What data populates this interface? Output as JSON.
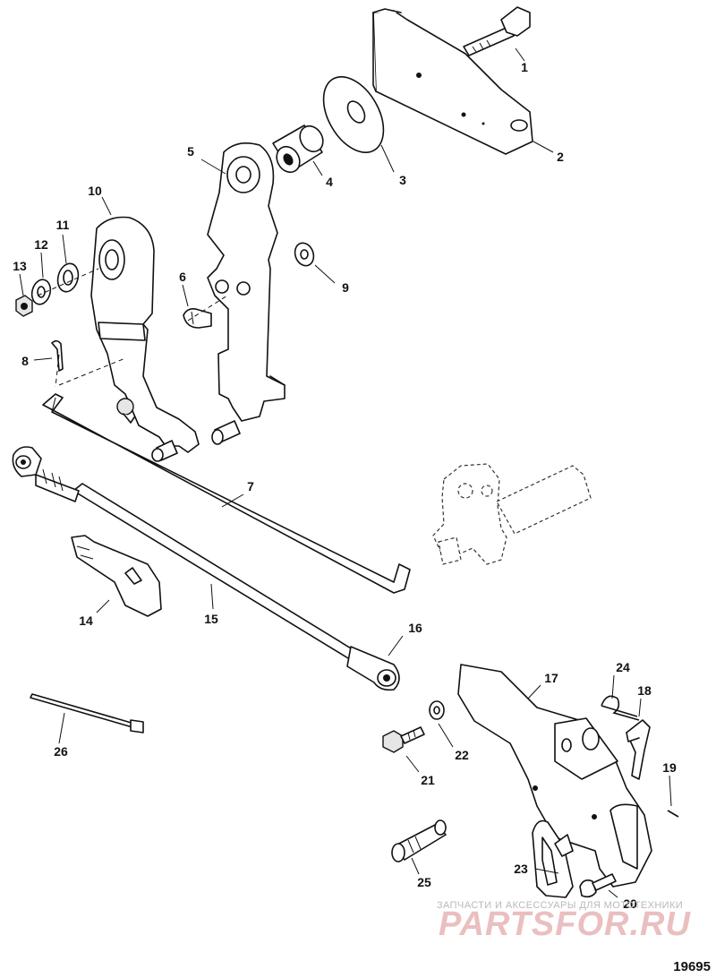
{
  "figure_number": "19695",
  "callouts": [
    "1",
    "2",
    "3",
    "4",
    "5",
    "6",
    "7",
    "8",
    "9",
    "10",
    "11",
    "12",
    "13",
    "14",
    "15",
    "16",
    "17",
    "18",
    "19",
    "20",
    "21",
    "22",
    "23",
    "24",
    "25",
    "26"
  ],
  "watermark": {
    "line1": "ЗАПЧАСТИ И АКСЕССУАРЫ ДЛЯ МОТОТЕХНИКИ",
    "line2": "PARTSFOR.RU"
  }
}
